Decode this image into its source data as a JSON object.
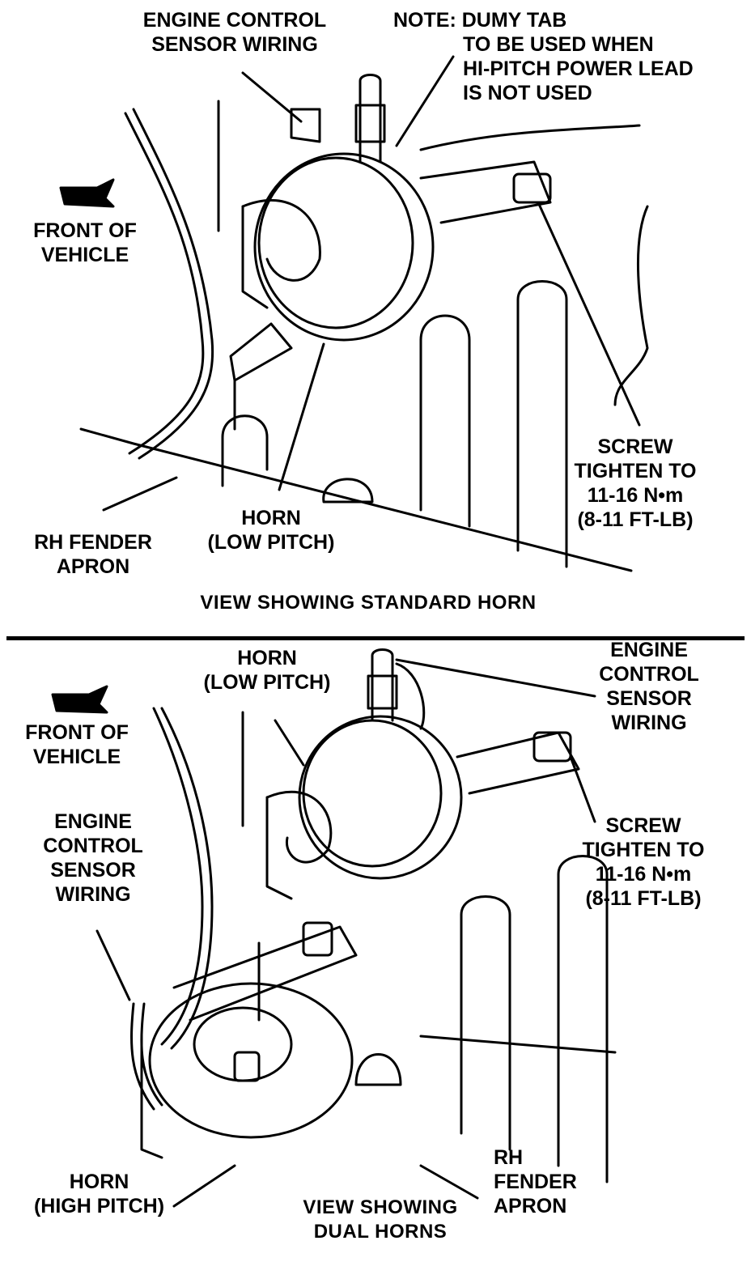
{
  "top_view": {
    "title": "VIEW SHOWING STANDARD HORN",
    "labels": {
      "engine_control_sensor_wiring": [
        "ENGINE CONTROL",
        "SENSOR WIRING"
      ],
      "note": [
        "NOTE: DUMY TAB",
        "TO BE USED WHEN",
        "HI-PITCH POWER LEAD",
        "IS NOT USED"
      ],
      "front_of_vehicle": [
        "FRONT OF",
        "VEHICLE"
      ],
      "screw": [
        "SCREW",
        "TIGHTEN TO",
        "11-16 N•m",
        "(8-11 FT-LB)"
      ],
      "horn_low_pitch": [
        "HORN",
        "(LOW PITCH)"
      ],
      "rh_fender_apron": [
        "RH FENDER",
        "APRON"
      ]
    }
  },
  "bottom_view": {
    "title": [
      "VIEW SHOWING",
      "DUAL HORNS"
    ],
    "labels": {
      "horn_low_pitch": [
        "HORN",
        "(LOW PITCH)"
      ],
      "engine_control_sensor_wiring_right": [
        "ENGINE",
        "CONTROL",
        "SENSOR",
        "WIRING"
      ],
      "front_of_vehicle": [
        "FRONT OF",
        "VEHICLE"
      ],
      "engine_control_sensor_wiring_left": [
        "ENGINE",
        "CONTROL",
        "SENSOR",
        "WIRING"
      ],
      "screw": [
        "SCREW",
        "TIGHTEN TO",
        "11-16 N•m",
        "(8-11 FT-LB)"
      ],
      "horn_high_pitch": [
        "HORN",
        "(HIGH PITCH)"
      ],
      "rh_fender_apron": [
        "RH",
        "FENDER",
        "APRON"
      ]
    }
  },
  "colors": {
    "ink": "#000000",
    "paper": "#ffffff"
  }
}
